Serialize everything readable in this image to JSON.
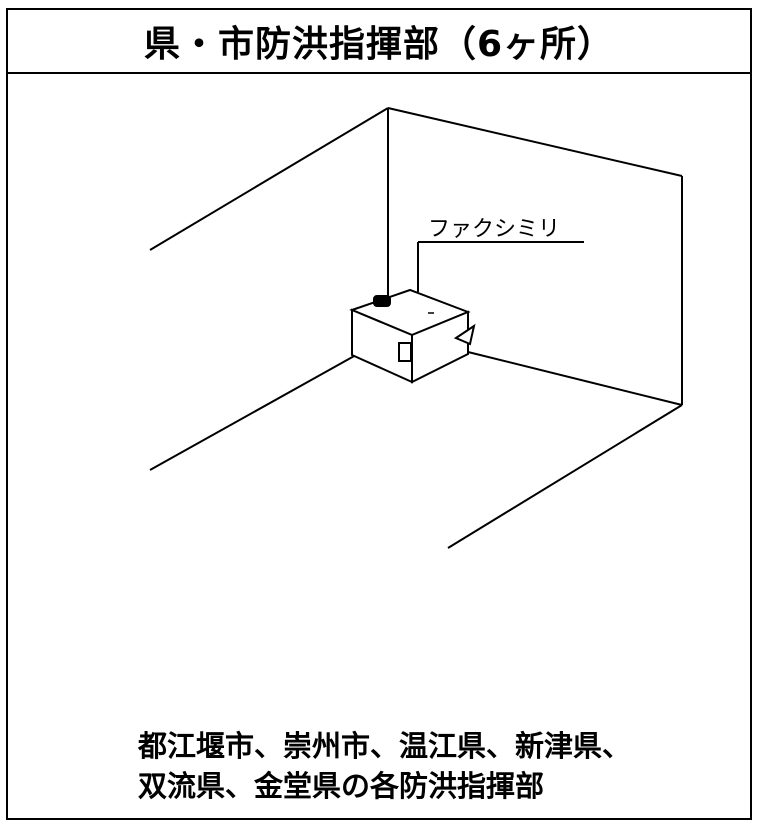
{
  "header": {
    "title": "県・市防洪指揮部（6ヶ所）"
  },
  "callout": {
    "label": "ファクシミリ"
  },
  "caption": {
    "line1": "都江堰市、崇州市、温江県、新津県、",
    "line2": "双流県、金堂県の各防洪指揮部"
  },
  "icons": {
    "device": "fax-machine-icon"
  }
}
